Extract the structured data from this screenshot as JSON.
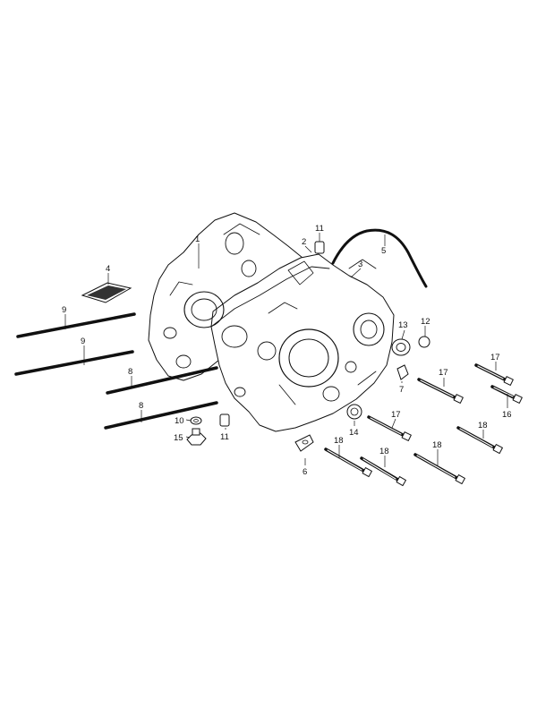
{
  "diagram": {
    "background": "#ffffff",
    "ink": "#111111"
  },
  "callouts": [
    {
      "id": "c1",
      "label": "1"
    },
    {
      "id": "c2",
      "label": "2"
    },
    {
      "id": "c3",
      "label": "3"
    },
    {
      "id": "c4",
      "label": "4"
    },
    {
      "id": "c5",
      "label": "5"
    },
    {
      "id": "c6",
      "label": "6"
    },
    {
      "id": "c7",
      "label": "7"
    },
    {
      "id": "c8a",
      "label": "8"
    },
    {
      "id": "c8b",
      "label": "8"
    },
    {
      "id": "c9a",
      "label": "9"
    },
    {
      "id": "c9b",
      "label": "9"
    },
    {
      "id": "c10",
      "label": "10"
    },
    {
      "id": "c11a",
      "label": "11"
    },
    {
      "id": "c11b",
      "label": "11"
    },
    {
      "id": "c12",
      "label": "12"
    },
    {
      "id": "c13",
      "label": "13"
    },
    {
      "id": "c14",
      "label": "14"
    },
    {
      "id": "c15",
      "label": "15"
    },
    {
      "id": "c16",
      "label": "16"
    },
    {
      "id": "c17a",
      "label": "17"
    },
    {
      "id": "c17b",
      "label": "17"
    },
    {
      "id": "c17c",
      "label": "17"
    },
    {
      "id": "c18a",
      "label": "18"
    },
    {
      "id": "c18b",
      "label": "18"
    },
    {
      "id": "c18c",
      "label": "18"
    },
    {
      "id": "c18d",
      "label": "18"
    }
  ]
}
